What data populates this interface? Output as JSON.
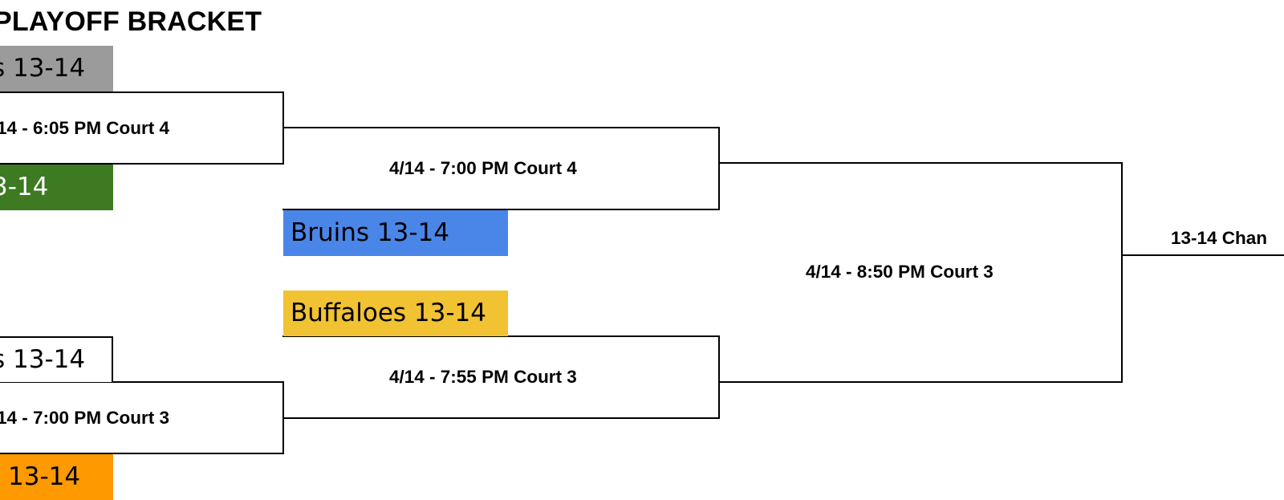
{
  "title": "PLAYOFF BRACKET",
  "colors": {
    "gray": "#9b9b9b",
    "green": "#3d7a22",
    "blue": "#4a86e8",
    "yellow": "#f1c232",
    "orange": "#ff9900",
    "white": "#ffffff",
    "line": "#000000"
  },
  "teams": {
    "t1": "s 13-14",
    "t2": "3-14",
    "t3": "Bruins 13-14",
    "t4": "Buffaloes 13-14",
    "t5": "s 13-14",
    "t6": "13-14"
  },
  "games": {
    "g1": "14 - 6:05 PM Court 4",
    "g2": "14 - 7:00 PM Court 3",
    "g3": "4/14 - 7:00 PM Court 4",
    "g4": "4/14 - 7:55 PM Court 3",
    "g5": "4/14 - 8:50 PM Court 3",
    "final": "13-14 Chan"
  }
}
